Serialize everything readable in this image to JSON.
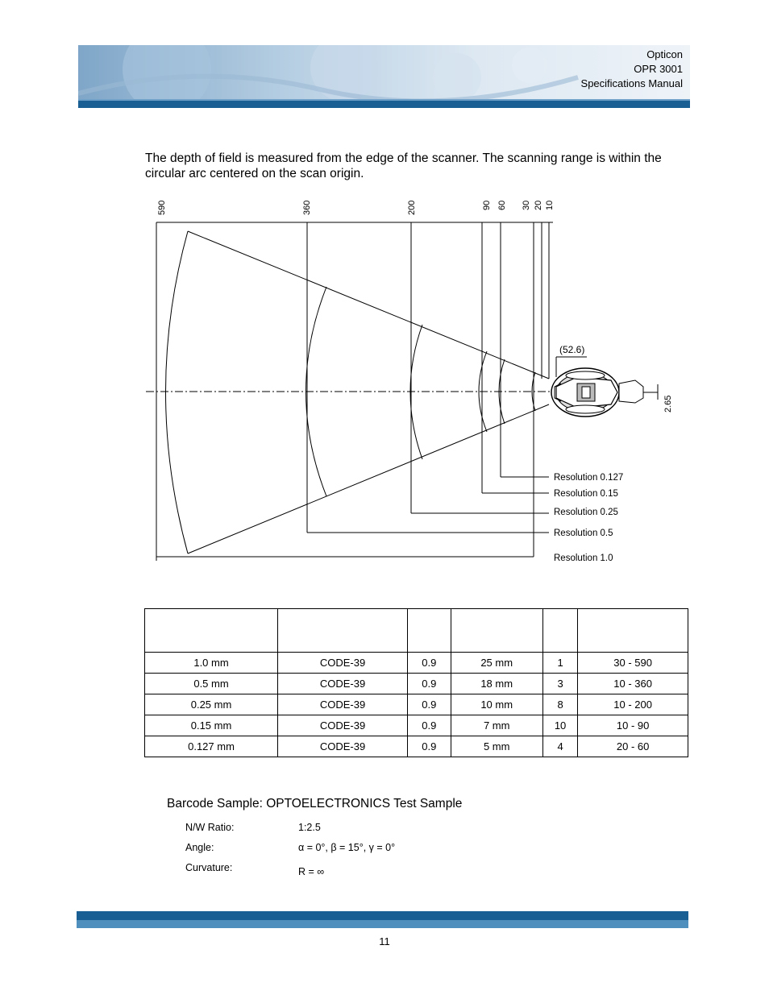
{
  "header": {
    "company": "Opticon",
    "product": "OPR 3001",
    "document": "Specifications Manual"
  },
  "intro_text": "The depth of field is measured from the edge of the scanner. The scanning range is within the circular arc centered on the scan origin.",
  "diagram": {
    "distance_labels": [
      "590",
      "360",
      "200",
      "90",
      "60",
      "30",
      "20",
      "10"
    ],
    "angle_label": "(52.6)",
    "offset_label": "2.65",
    "resolution_labels": [
      "Resolution 0.127",
      "Resolution 0.15",
      "Resolution 0.25",
      "Resolution 0.5",
      "Resolution 1.0"
    ]
  },
  "table": {
    "headers": [
      "",
      "",
      "",
      "",
      "",
      ""
    ],
    "rows": [
      [
        "1.0 mm",
        "CODE-39",
        "0.9",
        "25 mm",
        "1",
        "30 - 590"
      ],
      [
        "0.5 mm",
        "CODE-39",
        "0.9",
        "18 mm",
        "3",
        "10 - 360"
      ],
      [
        "0.25 mm",
        "CODE-39",
        "0.9",
        "10 mm",
        "8",
        "10 - 200"
      ],
      [
        "0.15 mm",
        "CODE-39",
        "0.9",
        "7 mm",
        "10",
        "10 - 90"
      ],
      [
        "0.127 mm",
        "CODE-39",
        "0.9",
        "5 mm",
        "4",
        "20 - 60"
      ]
    ]
  },
  "barcode_sample": {
    "title": "Barcode Sample: OPTOELECTRONICS Test Sample",
    "nw_label": "N/W Ratio:",
    "nw_value": "1:2.5",
    "angle_label": "Angle:",
    "angle_value": "α = 0°, β = 15°, γ = 0°",
    "curvature_label": "Curvature:",
    "curvature_value": "R = ∞"
  },
  "page_number": "11"
}
